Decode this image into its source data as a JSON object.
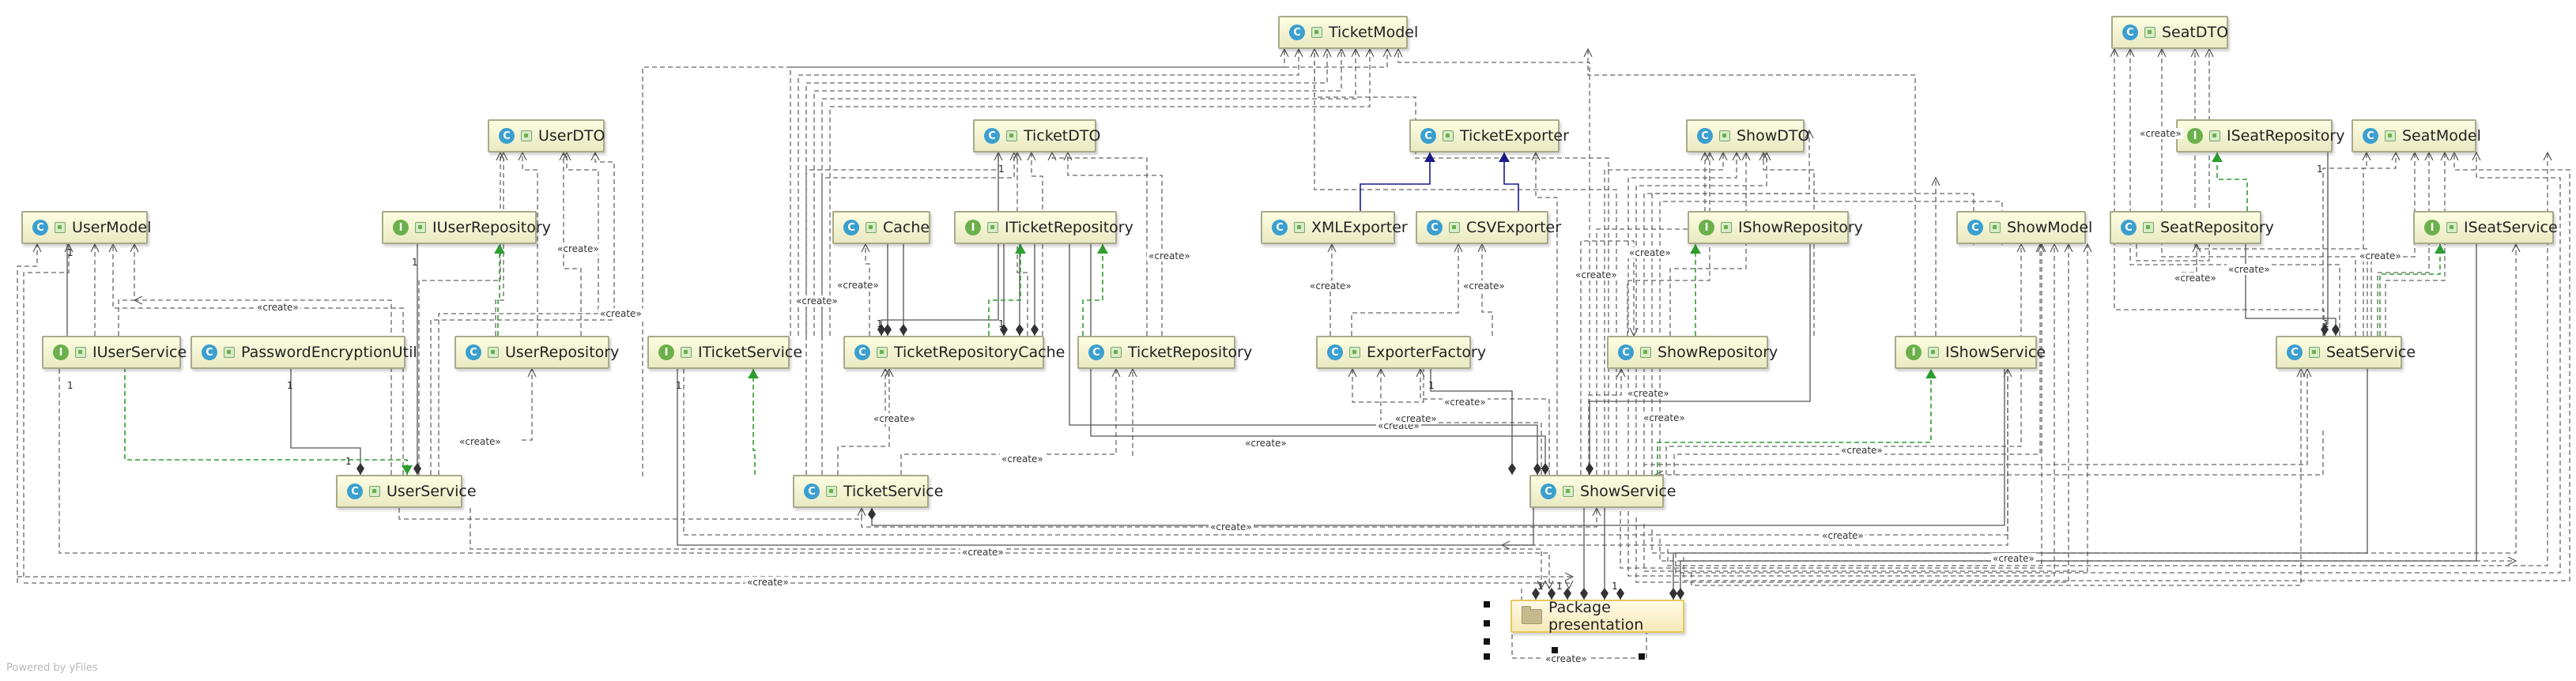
{
  "diagram": {
    "classes": {
      "ticket_model": "TicketModel",
      "seat_dto": "SeatDTO",
      "user_dto": "UserDTO",
      "ticket_dto": "TicketDTO",
      "ticket_exporter": "TicketExporter",
      "show_dto": "ShowDTO",
      "iseat_repository": "ISeatRepository",
      "seat_model": "SeatModel",
      "user_model": "UserModel",
      "iuser_repository": "IUserRepository",
      "cache": "Cache",
      "iticket_repository": "ITicketRepository",
      "xml_exporter": "XMLExporter",
      "csv_exporter": "CSVExporter",
      "ishow_repository": "IShowRepository",
      "show_model": "ShowModel",
      "seat_repository": "SeatRepository",
      "iseat_service": "ISeatService",
      "iuser_service": "IUserService",
      "password_encryption_util": "PasswordEncryptionUtil",
      "user_repository": "UserRepository",
      "iticket_service": "ITicketService",
      "ticket_repository_cache": "TicketRepositoryCache",
      "ticket_repository": "TicketRepository",
      "exporter_factory": "ExporterFactory",
      "show_repository": "ShowRepository",
      "ishow_service": "IShowService",
      "seat_service": "SeatService",
      "user_service": "UserService",
      "ticket_service": "TicketService",
      "show_service": "ShowService",
      "package_presentation": "Package presentation"
    },
    "create_label": "«create»",
    "multiplicity_one": "1",
    "watermark": "Powered by yFiles",
    "colors": {
      "class_badge": "#3b9fcf",
      "interface_badge": "#6bb04a",
      "realization_line": "#2e9e2e",
      "inheritance_line": "#1a1a8c",
      "dependency_line": "#666666"
    }
  }
}
